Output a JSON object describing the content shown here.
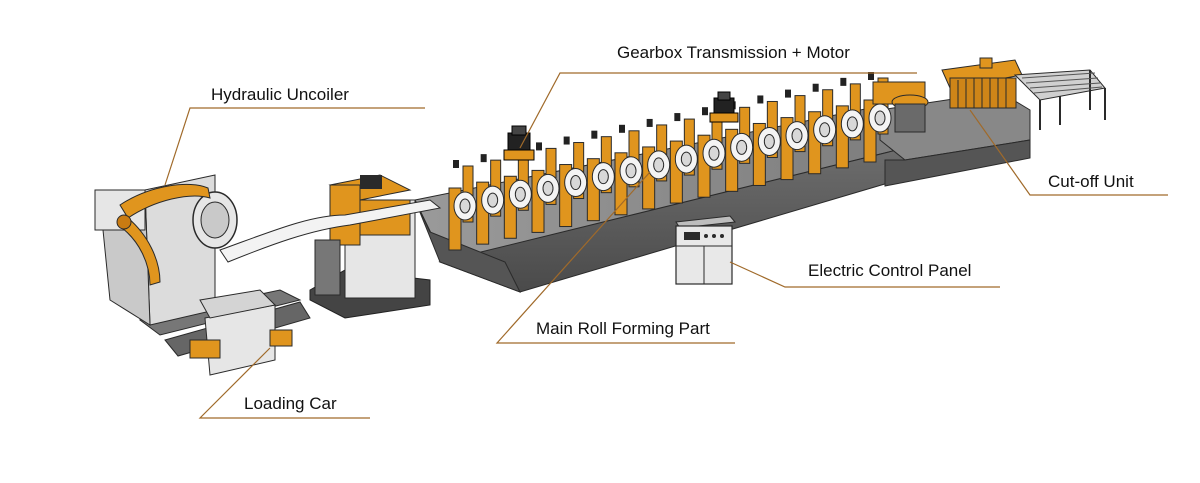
{
  "colors": {
    "machine_orange": "#e0951e",
    "base_gray": "#5a5a5a",
    "leader_line": "#a06a2a",
    "outline": "#2a2a2a",
    "background": "#ffffff"
  },
  "labels": {
    "hydraulic_uncoiler": "Hydraulic Uncoiler",
    "gearbox": "Gearbox Transmission + Motor",
    "cutoff_unit": "Cut-off Unit",
    "electric_control_panel": "Electric Control Panel",
    "main_roll_forming": "Main Roll Forming Part",
    "loading_car": "Loading Car"
  }
}
